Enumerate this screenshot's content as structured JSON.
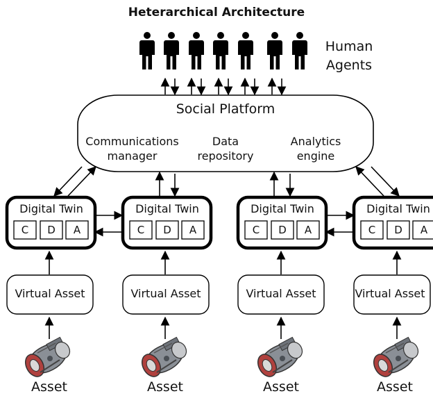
{
  "title": "Heterarchical Architecture",
  "human_agents": {
    "label_line1": "Human",
    "label_line2": "Agents",
    "count": 7
  },
  "platform": {
    "title": "Social Platform",
    "components": [
      {
        "line1": "Communications",
        "line2": "manager"
      },
      {
        "line1": "Data",
        "line2": "repository"
      },
      {
        "line1": "Analytics",
        "line2": "engine"
      }
    ]
  },
  "digital_twins": [
    {
      "title": "Digital Twin",
      "modules": [
        "C",
        "D",
        "A"
      ]
    },
    {
      "title": "Digital Twin",
      "modules": [
        "C",
        "D",
        "A"
      ]
    },
    {
      "title": "Digital Twin",
      "modules": [
        "C",
        "D",
        "A"
      ]
    },
    {
      "title": "Digital Twin",
      "modules": [
        "C",
        "D",
        "A"
      ]
    }
  ],
  "virtual_assets": [
    "Virtual Asset",
    "Virtual Asset",
    "Virtual Asset",
    "Virtual Asset"
  ],
  "assets": [
    "Asset",
    "Asset",
    "Asset",
    "Asset"
  ],
  "colors": {
    "line": "#000000",
    "box_fill": "#ffffff",
    "asset_metal": "#8a8f96",
    "asset_accent": "#b0413e"
  }
}
